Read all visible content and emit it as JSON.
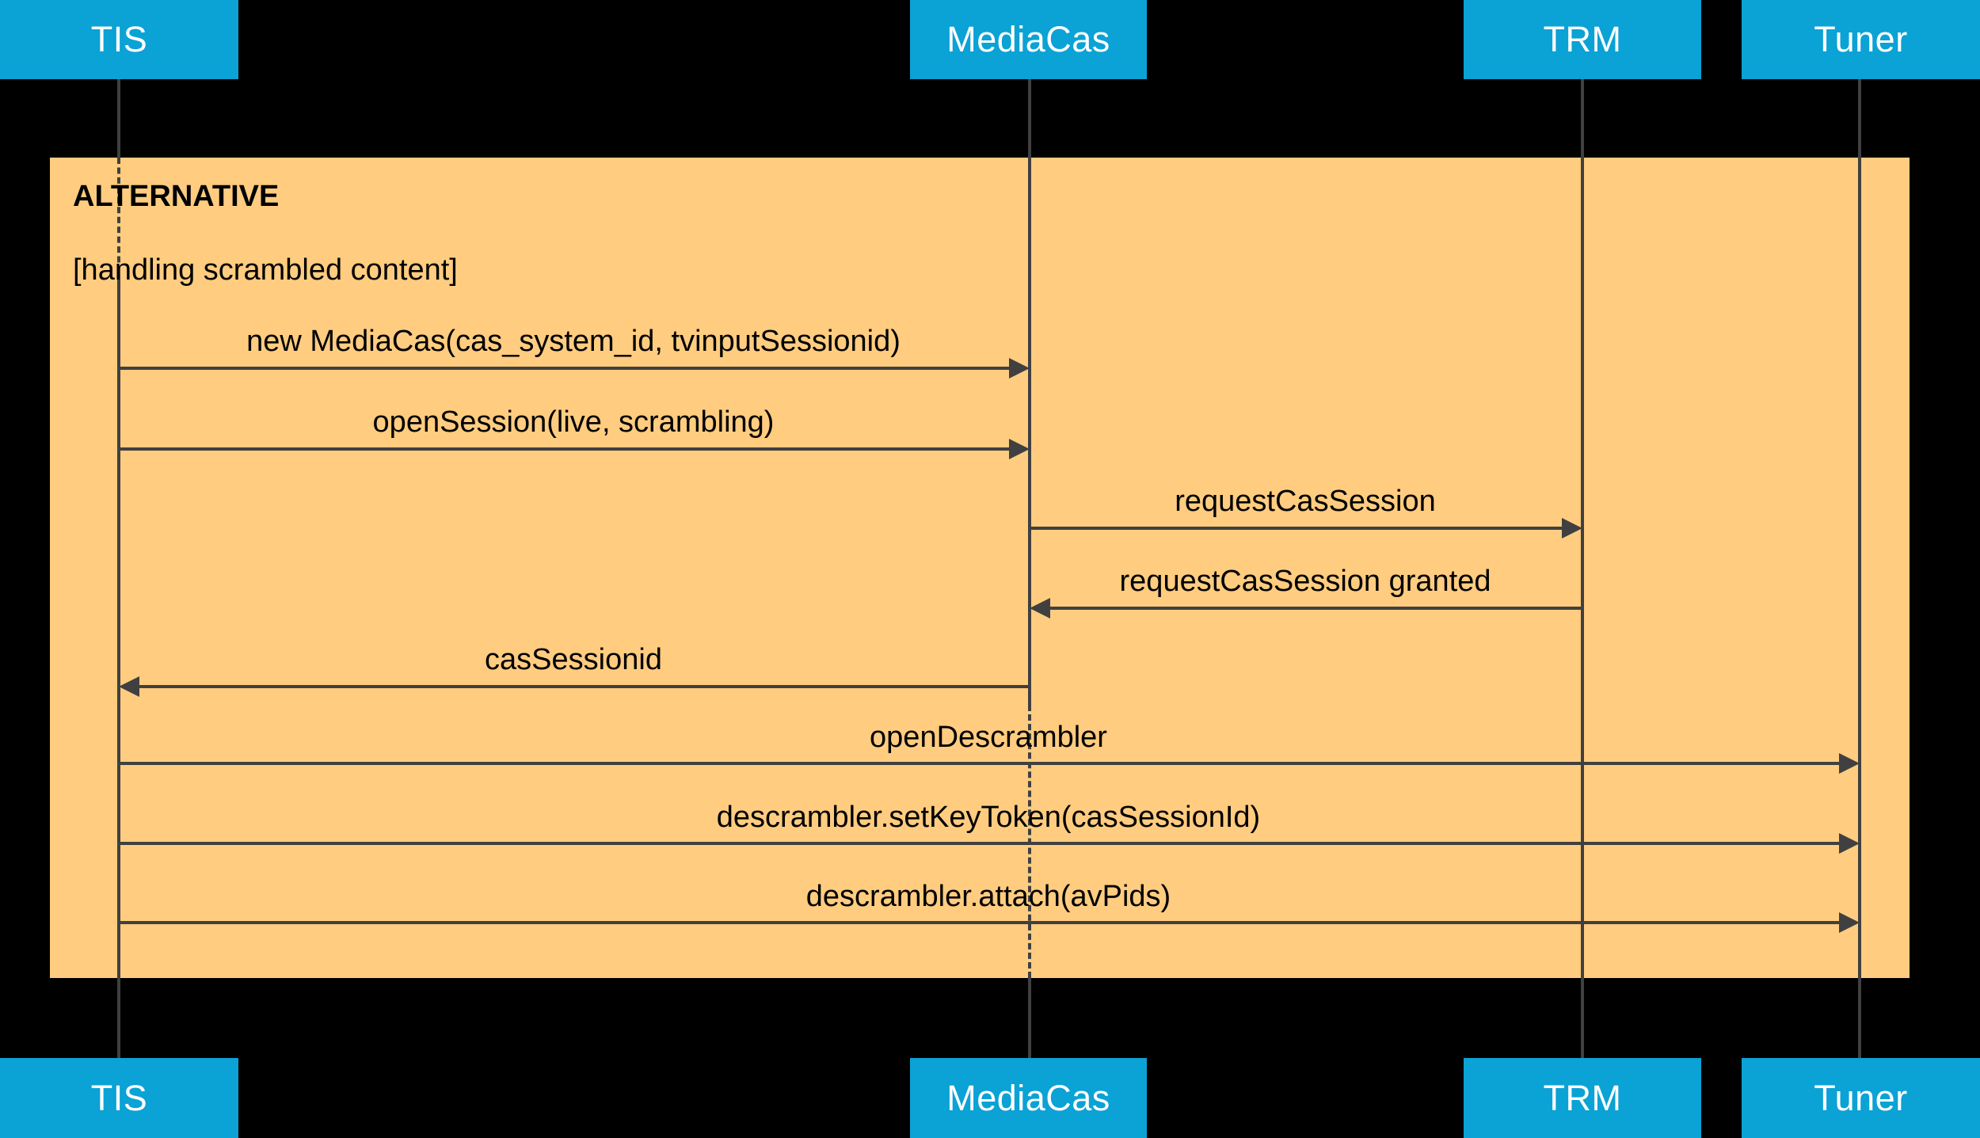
{
  "diagram": {
    "type": "uml-sequence-diagram",
    "background_color": "#000000",
    "participant_box_color": "#0BA2D5",
    "participant_text_color": "#FFFFFF",
    "frame_color": "#FFCC80",
    "line_color": "#404040",
    "participants": [
      {
        "name": "TIS",
        "label": "TIS"
      },
      {
        "name": "MediaCas",
        "label": "MediaCas"
      },
      {
        "name": "TRM",
        "label": "TRM"
      },
      {
        "name": "Tuner",
        "label": "Tuner"
      }
    ],
    "fragment": {
      "operator": "ALTERNATIVE",
      "guard": "[handling scrambled content]"
    },
    "messages": [
      {
        "label": "new MediaCas(cas_system_id, tvinputSessionid)",
        "from": "TIS",
        "to": "MediaCas",
        "direction": "right"
      },
      {
        "label": "openSession(live, scrambling)",
        "from": "TIS",
        "to": "MediaCas",
        "direction": "right"
      },
      {
        "label": "requestCasSession",
        "from": "MediaCas",
        "to": "TRM",
        "direction": "right"
      },
      {
        "label": "requestCasSession granted",
        "from": "TRM",
        "to": "MediaCas",
        "direction": "left"
      },
      {
        "label": "casSessionid",
        "from": "MediaCas",
        "to": "TIS",
        "direction": "left"
      },
      {
        "label": "openDescrambler",
        "from": "TIS",
        "to": "Tuner",
        "direction": "right"
      },
      {
        "label": "descrambler.setKeyToken(casSessionId)",
        "from": "TIS",
        "to": "Tuner",
        "direction": "right"
      },
      {
        "label": "descrambler.attach(avPids)",
        "from": "TIS",
        "to": "Tuner",
        "direction": "right"
      }
    ]
  }
}
